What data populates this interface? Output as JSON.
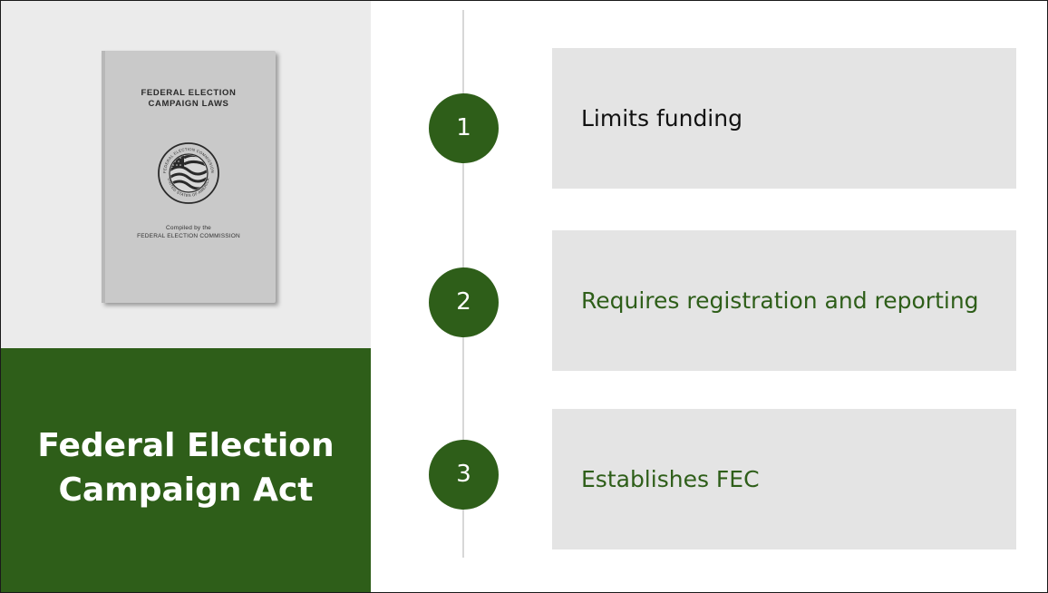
{
  "slide": {
    "title_lines": [
      "Federal Election",
      "Campaign Act"
    ]
  },
  "book": {
    "title_lines": [
      "FEDERAL ELECTION",
      "CAMPAIGN LAWS"
    ],
    "credit_lines": [
      "Compiled by the",
      "FEDERAL ELECTION COMMISSION"
    ],
    "seal_text_top": "FEDERAL ELECTION COMMISSION",
    "seal_text_bottom": "UNITED STATES OF AMERICA"
  },
  "steps": [
    {
      "number": "1",
      "text": "Limits funding",
      "text_color": "#111111"
    },
    {
      "number": "2",
      "text": "Requires registration and reporting",
      "text_color": "#2e5e19"
    },
    {
      "number": "3",
      "text": "Establishes FEC",
      "text_color": "#2e5e19"
    }
  ],
  "colors": {
    "accent_green": "#2e5e19",
    "panel_gray": "#ebebeb",
    "box_gray": "#e4e4e4"
  }
}
